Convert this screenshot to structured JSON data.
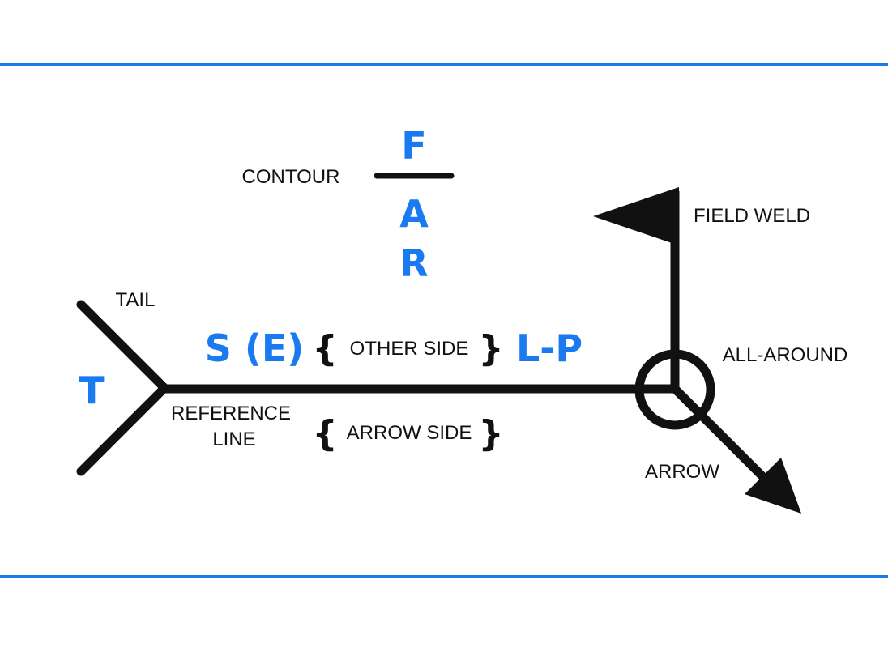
{
  "colors": {
    "accent": "#1a7af0",
    "ink": "#111111"
  },
  "labels": {
    "contour": "CONTOUR",
    "field_weld": "FIELD WELD",
    "tail": "TAIL",
    "other_side": "OTHER SIDE",
    "arrow_side": "ARROW SIDE",
    "all_around": "ALL-AROUND",
    "reference_line_1": "REFERENCE",
    "reference_line_2": "LINE",
    "arrow": "ARROW"
  },
  "symbols": {
    "finish": "F",
    "angle": "A",
    "root": "R",
    "size": "S (E)",
    "length_pitch": "L-P",
    "tail_spec": "T"
  },
  "braces": {
    "open": "{",
    "close": "}"
  }
}
